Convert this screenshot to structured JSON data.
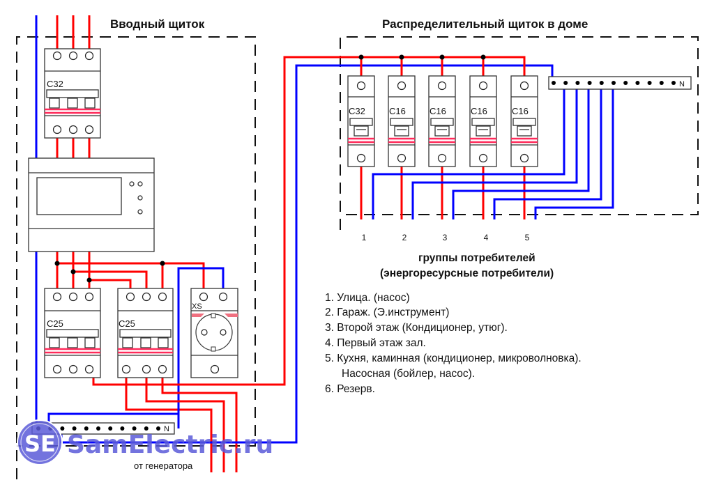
{
  "titles": {
    "input_panel": "Вводный щиток",
    "distribution_panel": "Распределительный щиток в доме"
  },
  "input_panel": {
    "main_breaker": "C32",
    "breakers": [
      "C25",
      "C25"
    ],
    "socket_label": "XS",
    "neutral_bus_label": "N",
    "generator_label": "от генератора"
  },
  "distribution_panel": {
    "breakers": [
      "C32",
      "C16",
      "C16",
      "C16",
      "C16"
    ],
    "neutral_bus_label": "N",
    "group_numbers": [
      "1",
      "2",
      "3",
      "4",
      "5"
    ]
  },
  "consumers": {
    "heading_line1": "группы потребителей",
    "heading_line2": "(энергоресурсные потребители)",
    "items": [
      "1. Улица. (насос)",
      "2. Гараж. (Э.инструмент)",
      "3. Второй этаж (Кондиционер, утюг).",
      "4. Первый этаж зал.",
      "5. Кухня, каминная (кондиционер, микроволновка).",
      "Насосная (бойлер, насос).",
      "6. Резерв."
    ]
  },
  "watermark": {
    "logo": "SE",
    "text": "SamElectric.ru"
  },
  "colors": {
    "phase": "#ff0000",
    "neutral": "#0000ff",
    "breaker_band": "#ff2a5a",
    "watermark": "#5a5ad8"
  }
}
